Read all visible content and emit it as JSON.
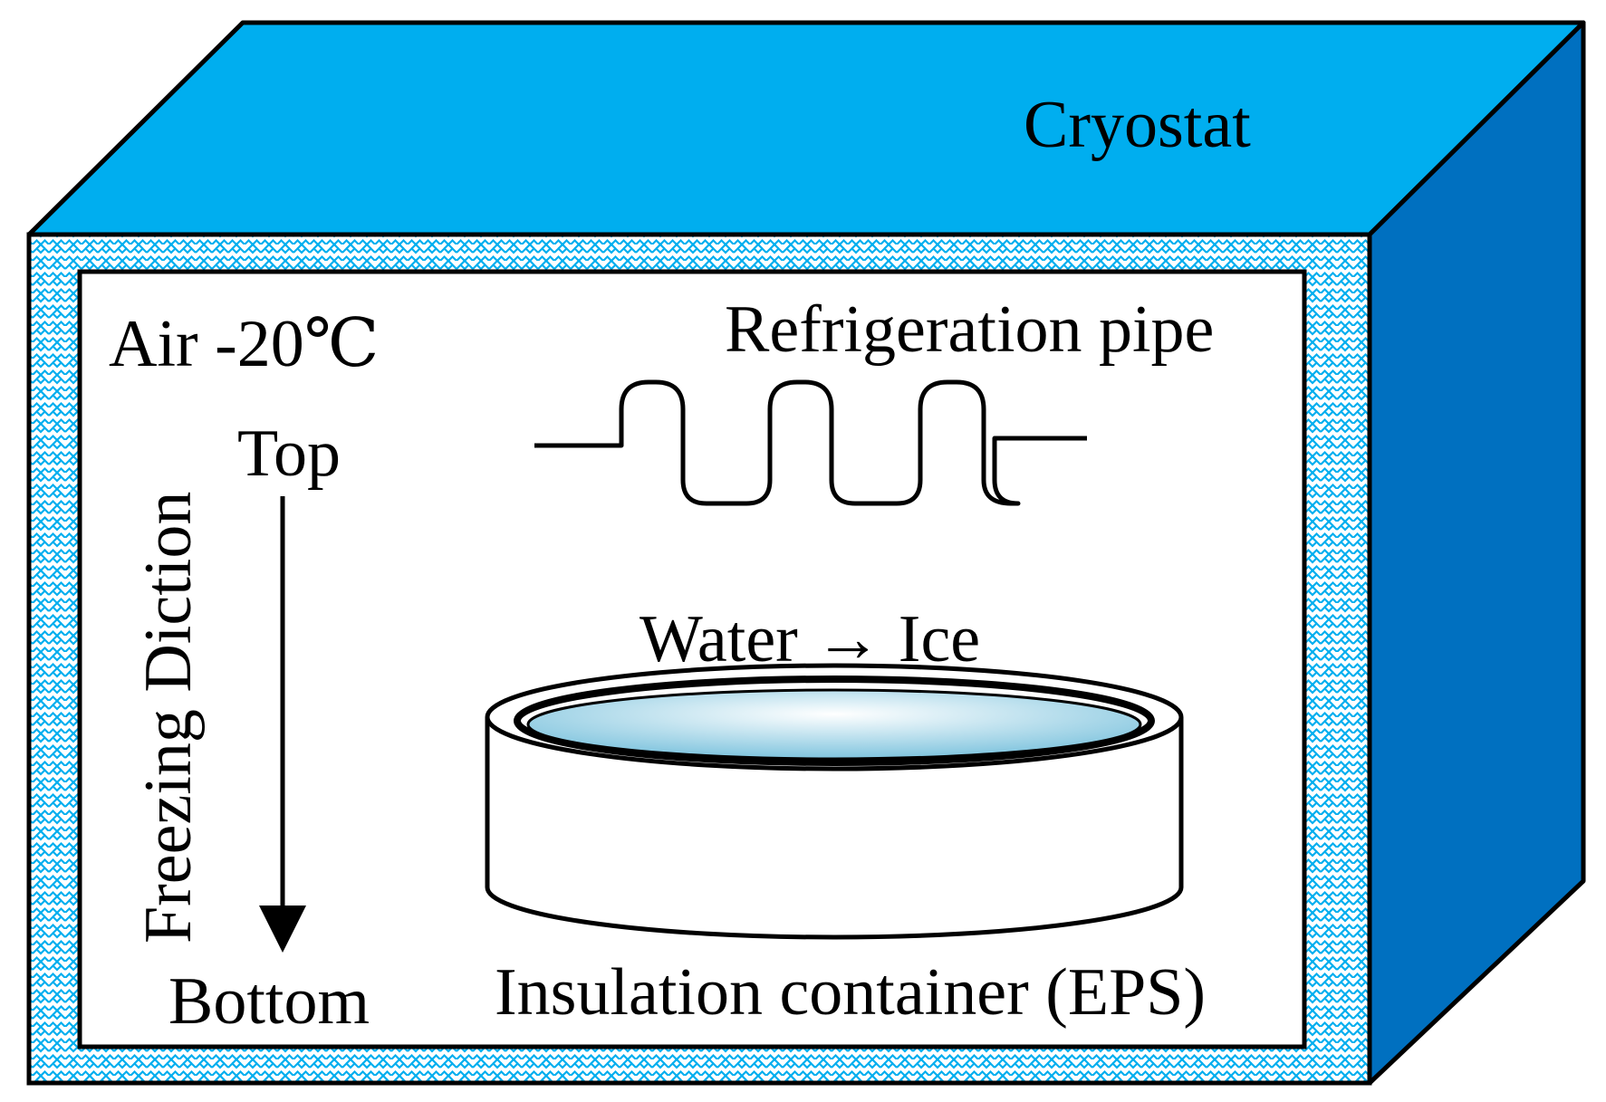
{
  "labels": {
    "cryostat": "Cryostat",
    "air_temp": "Air -20℃",
    "refrigeration_pipe": "Refrigeration pipe",
    "top": "Top",
    "bottom": "Bottom",
    "freezing_direction": "Freezing Diction",
    "water_ice": "Water → Ice",
    "container": "Insulation container (EPS)"
  },
  "colors": {
    "top_face": "#00AEEF",
    "side_face": "#0070C0",
    "insulation_pattern": "#00AEEF",
    "water_surface_light": "#FFFFFF",
    "water_surface_dark": "#7FC4DE",
    "outline": "#000000"
  }
}
